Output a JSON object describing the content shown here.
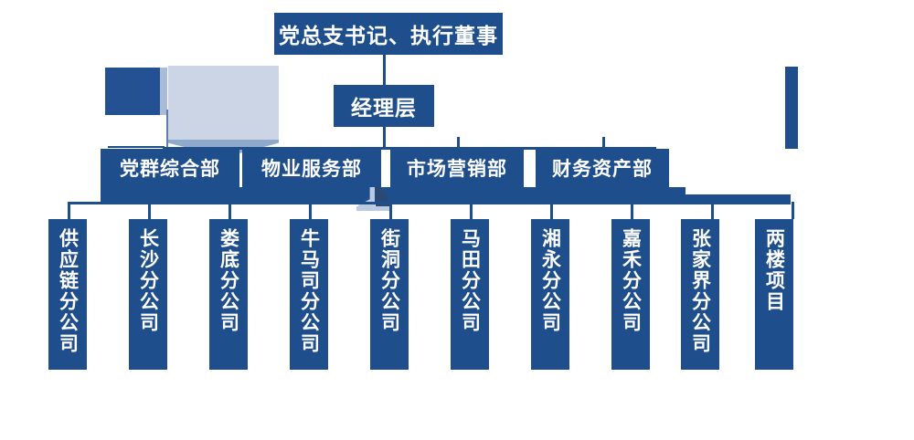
{
  "chart": {
    "type": "org-chart",
    "title": "党总支书记、执行董事",
    "colors": {
      "primary": "#1f4e8c",
      "panel": "#cbd5e5",
      "accent": "#8fa9cd",
      "text": "#ffffff"
    }
  },
  "top": {
    "label": "党总支书记、执行董事"
  },
  "manager": {
    "label": "经理层"
  },
  "departments": [
    {
      "label": "党群综合部"
    },
    {
      "label": "物业服务部"
    },
    {
      "label": "市场营销部"
    },
    {
      "label": "财务资产部"
    }
  ],
  "branches": [
    {
      "label": "供应链分公司"
    },
    {
      "label": "长沙分公司"
    },
    {
      "label": "娄底分公司"
    },
    {
      "label": "牛马司分公司"
    },
    {
      "label": "街洞分公司"
    },
    {
      "label": "马田分公司"
    },
    {
      "label": "湘永分公司"
    },
    {
      "label": "嘉禾分公司"
    },
    {
      "label": "张家界分公司"
    },
    {
      "label": "两楼项目"
    }
  ]
}
